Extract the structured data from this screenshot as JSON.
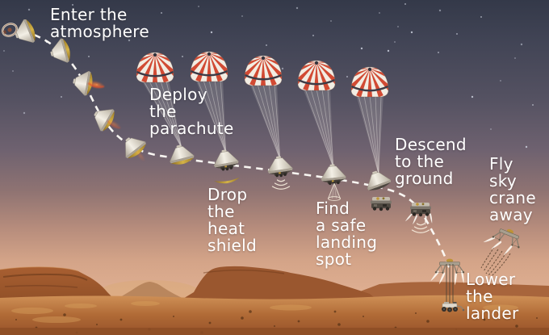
{
  "stages": [
    {
      "id": "enter-the-atmosphere",
      "text": "Enter the\natmosphere"
    },
    {
      "id": "deploy-the-parachute",
      "text": "Deploy\nthe\nparachute"
    },
    {
      "id": "drop-the-heat-shield",
      "text": "Drop\nthe\nheat\nshield"
    },
    {
      "id": "find-a-safe-landing-spot",
      "text": "Find\na safe\nlanding\nspot"
    },
    {
      "id": "descend-to-the-ground",
      "text": "Descend\nto the\nground"
    },
    {
      "id": "fly-sky-crane-away",
      "text": "Fly\nsky\ncrane\naway"
    },
    {
      "id": "lower-the-lander",
      "text": "Lower\nthe\nlander"
    }
  ],
  "icons": {
    "cruise_stage": "cruise-stage-icon",
    "entry_capsule": "entry-capsule-icon",
    "parachute": "parachute-icon",
    "heat_shield": "falling-heat-shield-icon",
    "radar_signal": "radar-signal-icon",
    "radar_beam": "radar-beam-cone-icon",
    "backshell": "backshell-icon",
    "descent_stage": "powered-descent-icon",
    "sky_crane": "sky-crane-icon",
    "rover": "rover-icon",
    "trajectory": "trajectory-dashed-line"
  },
  "colors": {
    "sky_top": "#343949",
    "sky_horizon": "#d8a98c",
    "terrain": "#a96234",
    "terrain_shadow": "#7b421f",
    "parachute_red": "#d14a33",
    "parachute_white": "#f2ede3",
    "heat_shield_gold": "#c7a13c",
    "capsule_body": "#ddd6ca",
    "trajectory_line": "#fcfaf6",
    "label_text": "#ffffff"
  }
}
